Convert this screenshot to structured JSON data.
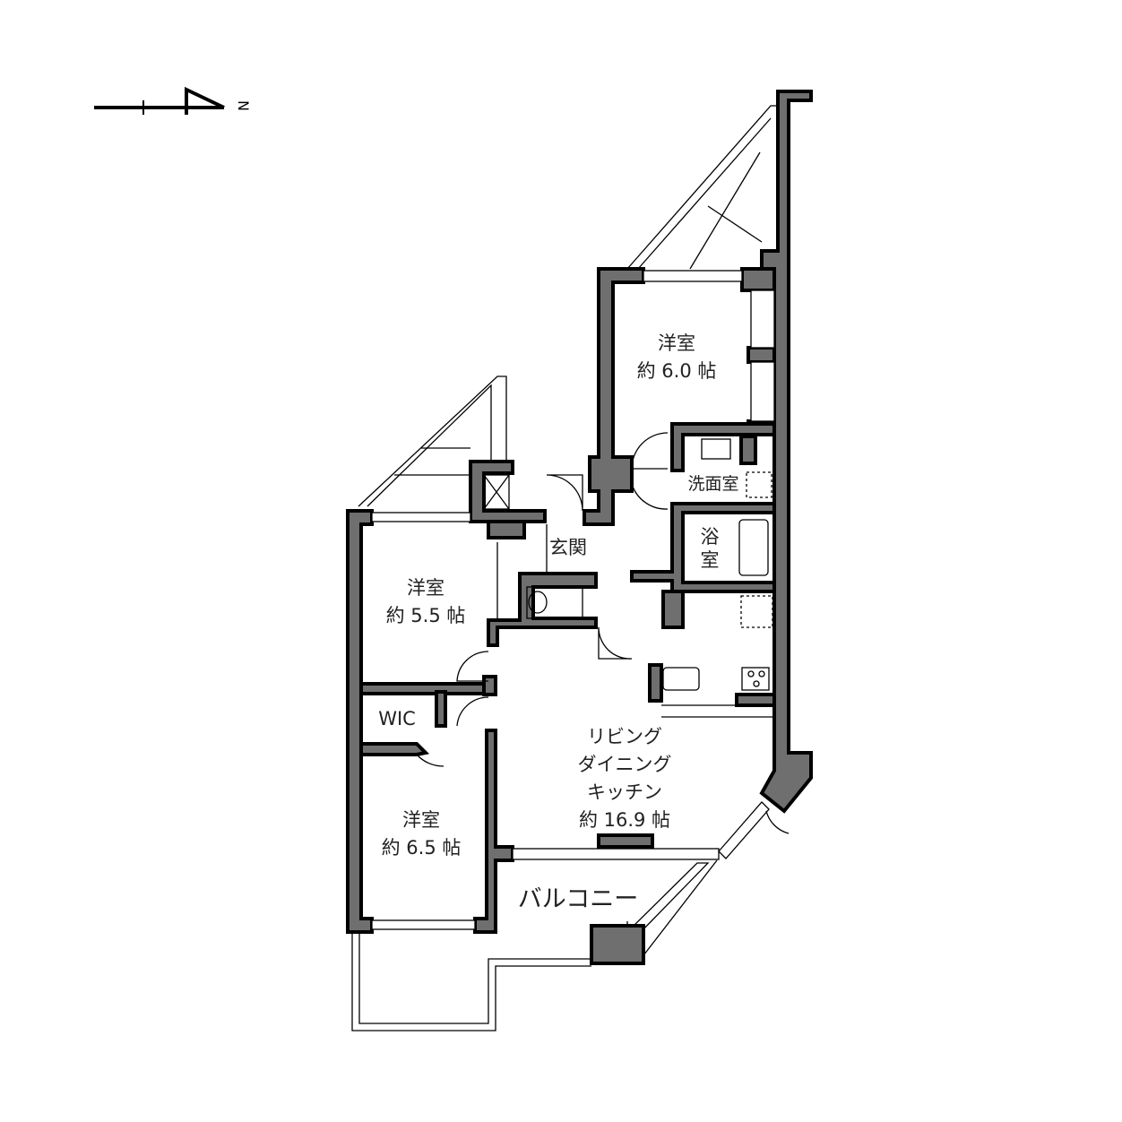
{
  "compass": {
    "label": "N"
  },
  "rooms": {
    "bedroom_top": {
      "name": "洋室",
      "size": "約 6.0 帖"
    },
    "bedroom_left": {
      "name": "洋室",
      "size": "約 5.5 帖"
    },
    "bedroom_bottom": {
      "name": "洋室",
      "size": "約 6.5 帖"
    },
    "wic": {
      "name": "WIC"
    },
    "ldk": {
      "line1": "リビング",
      "line2": "ダイニング",
      "line3": "キッチン",
      "size": "約 16.9 帖"
    },
    "entrance": {
      "name": "玄関"
    },
    "washroom": {
      "name": "洗面室"
    },
    "bathroom": {
      "line1": "浴",
      "line2": "室"
    },
    "balcony": {
      "name": "バルコニー"
    }
  },
  "colors": {
    "wall": "#6f6f6f",
    "line": "#000000"
  }
}
